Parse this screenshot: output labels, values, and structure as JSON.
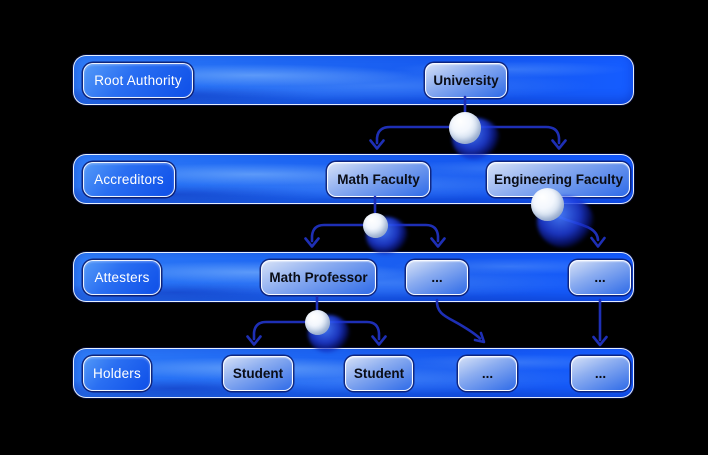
{
  "diagram": {
    "rows": [
      {
        "id": "root-authority",
        "label": "Root Authority",
        "nodes": [
          "University"
        ]
      },
      {
        "id": "accreditors",
        "label": "Accreditors",
        "nodes": [
          "Math Faculty",
          "Engineering Faculty"
        ]
      },
      {
        "id": "attesters",
        "label": "Attesters",
        "nodes": [
          "Math Professor",
          "...",
          "..."
        ]
      },
      {
        "id": "holders",
        "label": "Holders",
        "nodes": [
          "Student",
          "Student",
          "...",
          "..."
        ]
      }
    ],
    "connections": [
      {
        "from": "University",
        "to": "Math Faculty"
      },
      {
        "from": "University",
        "to": "Engineering Faculty"
      },
      {
        "from": "Math Faculty",
        "to": "Math Professor"
      },
      {
        "from": "Math Faculty",
        "to": "... (attester 2)"
      },
      {
        "from": "Engineering Faculty",
        "to": "... (attester 3)"
      },
      {
        "from": "Math Professor",
        "to": "Student (1)"
      },
      {
        "from": "Math Professor",
        "to": "Student (2)"
      },
      {
        "from": "... (attester 2)",
        "to": "... (holder 3)"
      },
      {
        "from": "... (attester 3)",
        "to": "... (holder 4)"
      }
    ],
    "orbs": {
      "count": 4,
      "style": "glossy white sphere with blue glow at branch points"
    },
    "colors": {
      "background": "#000000",
      "bar_blue": "#1a63f2",
      "bar_highlight": "#6aa8ff",
      "label_pill_blue": "#1f5feb",
      "node_light": "#d6e1f7",
      "node_blue": "#2f6be8",
      "arrow_navy": "#1e2fb5",
      "border_white": "#ffffff",
      "border_navy": "#0c1668"
    }
  }
}
